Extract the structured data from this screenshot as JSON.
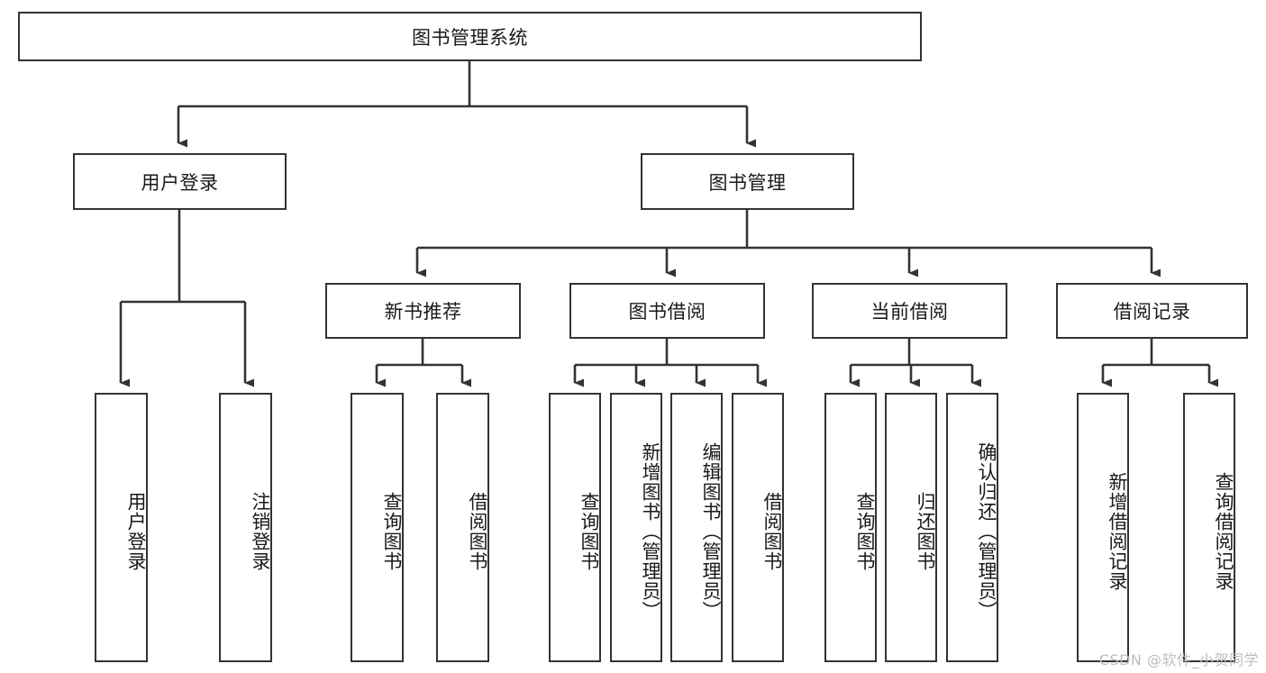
{
  "diagram": {
    "title": "图书管理系统",
    "type": "tree-hierarchy",
    "root": {
      "label": "图书管理系统"
    },
    "level1": [
      {
        "label": "用户登录"
      },
      {
        "label": "图书管理"
      }
    ],
    "level2": [
      {
        "label": "新书推荐"
      },
      {
        "label": "图书借阅"
      },
      {
        "label": "当前借阅"
      },
      {
        "label": "借阅记录"
      }
    ],
    "leaves": {
      "user_login": [
        {
          "label": "用户登录"
        },
        {
          "label": "注销登录"
        }
      ],
      "new_book_recommend": [
        {
          "label": "查询图书"
        },
        {
          "label": "借阅图书"
        }
      ],
      "book_borrow": [
        {
          "label": "查询图书"
        },
        {
          "label": "新增图书（管理员）"
        },
        {
          "label": "编辑图书（管理员）"
        },
        {
          "label": "借阅图书"
        }
      ],
      "current_borrow": [
        {
          "label": "查询图书"
        },
        {
          "label": "归还图书"
        },
        {
          "label": "确认归还（管理员）"
        }
      ],
      "borrow_record": [
        {
          "label": "新增借阅记录"
        },
        {
          "label": "查询借阅记录"
        }
      ]
    }
  },
  "watermark": {
    "text": "CSDN @软件_小贺同学"
  },
  "colors": {
    "stroke": "#333333",
    "background": "#ffffff",
    "text": "#1a1a1a",
    "watermark": "#bdbdbd"
  }
}
